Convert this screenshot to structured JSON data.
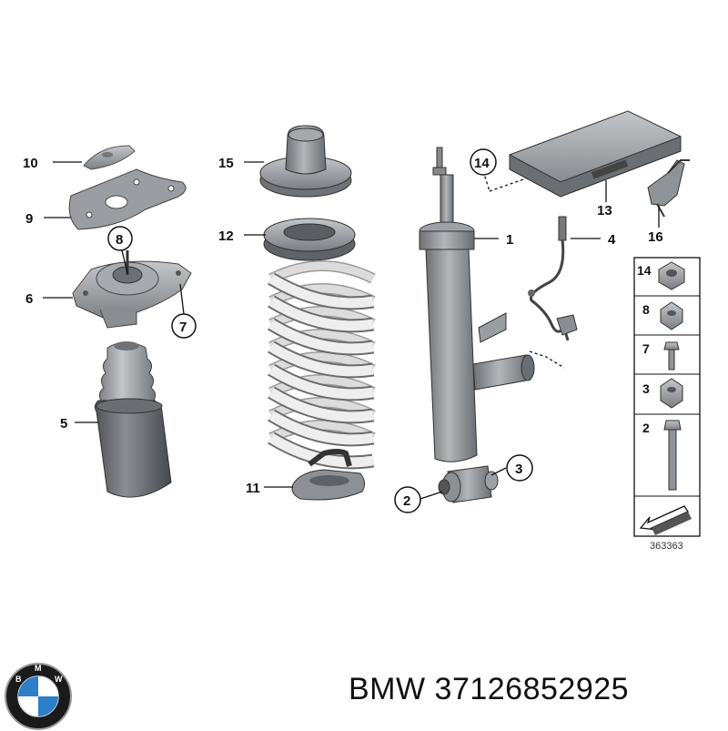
{
  "colors": {
    "part": "#8f9397",
    "part_dark": "#5c6064",
    "part_light": "#c9cccf",
    "spring": "#eeeeee",
    "line": "#111111"
  },
  "labels": {
    "p1": "1",
    "p2": "2",
    "p3": "3",
    "p4": "4",
    "p5": "5",
    "p6": "6",
    "p7": "7",
    "p8": "8",
    "p9": "9",
    "p10": "10",
    "p11": "11",
    "p12": "12",
    "p13": "13",
    "p14": "14",
    "p15": "15",
    "p16": "16"
  },
  "hardware_panel": {
    "items": [
      "14",
      "8",
      "7",
      "3",
      "2"
    ]
  },
  "reference_number": "363363",
  "logo": {
    "letters": [
      "B",
      "M",
      "W"
    ],
    "icon": "bmw-roundel-icon"
  },
  "caption": {
    "brand": "BMW",
    "part_number": "37126852925"
  }
}
